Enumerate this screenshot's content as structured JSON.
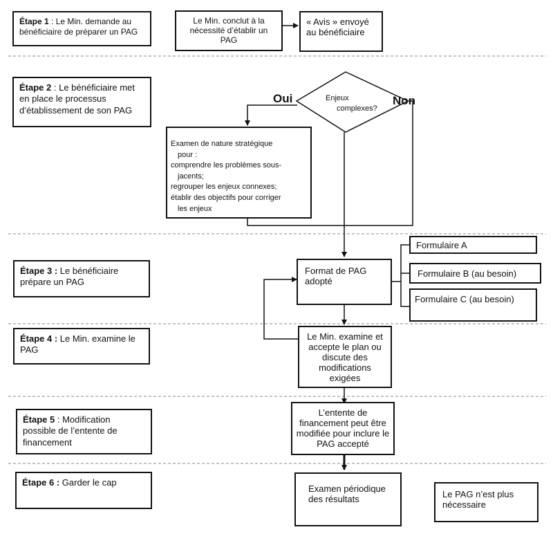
{
  "steps": [
    {
      "label": "Étape 1",
      "text": " : Le Min. demande au bénéficiaire de préparer un PAG"
    },
    {
      "label": "Étape 2",
      "text": " : Le bénéficiaire met en place le processus d’établissement de son PAG"
    },
    {
      "label": "Étape 3 :",
      "text": " Le bénéficiaire prépare un PAG"
    },
    {
      "label": "Étape 4 :",
      "text": " Le Min. examine le PAG"
    },
    {
      "label": "Étape 5",
      "text": " : Modification possible de l’entente de financement"
    },
    {
      "label": "Étape 6 :",
      "text": " Garder le cap"
    }
  ],
  "nodes": {
    "conclusion": "Le Min. conclut à la nécessité d’établir un PAG",
    "avis": "« Avis » envoyé au bénéficiaire",
    "decision": {
      "line1": "Enjeux",
      "line2": "complexes?"
    },
    "oui": "Oui",
    "non": "Non",
    "examen_strategique": [
      "Examen de nature stratégique",
      "pour :",
      "comprendre les problèmes sous-",
      "jacents;",
      "regrouper les enjeux connexes;",
      "établir des objectifs pour corriger",
      "les enjeux"
    ],
    "format": "Format de PAG adopté",
    "formulaires": [
      "Formulaire A",
      "Formulaire B (au besoin)",
      "Formulaire C (au besoin)"
    ],
    "examine": "Le Min. examine et accepte le plan ou discute des modifications exigées",
    "entente": "L’entente de financement peut être modifiée pour inclure le PAG accepté",
    "examen_periodique": "Examen périodique des résultats",
    "plus_necessaire": "Le PAG n’est plus nécessaire"
  }
}
